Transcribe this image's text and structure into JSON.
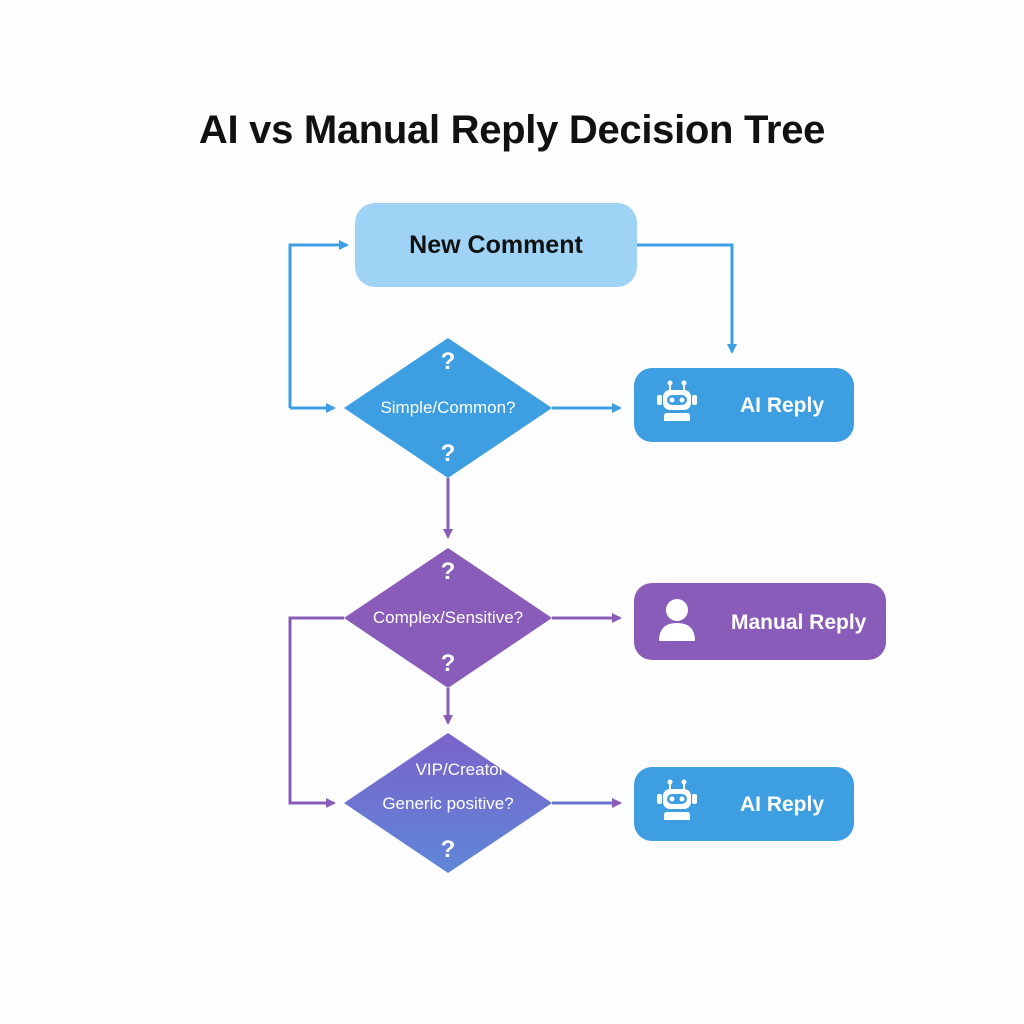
{
  "title": "AI vs Manual Reply Decision Tree",
  "start": {
    "label": "New Comment"
  },
  "decisions": [
    {
      "label": "Simple/Common?",
      "mark_top": "?",
      "mark_bottom": "?"
    },
    {
      "label": "Complex/Sensitive?",
      "mark_top": "?",
      "mark_bottom": "?"
    },
    {
      "label_line1": "VIP/Creator",
      "label_line2": "Generic positive?",
      "mark_bottom": "?"
    }
  ],
  "outcomes": [
    {
      "label": "AI Reply",
      "icon": "robot-icon"
    },
    {
      "label": "Manual Reply",
      "icon": "person-icon"
    },
    {
      "label": "AI Reply",
      "icon": "robot-icon"
    }
  ],
  "colors": {
    "blue": "#3d9fe1",
    "light_blue": "#9fd3f6",
    "purple": "#8a5cba",
    "indigo": "#6a75cf"
  }
}
